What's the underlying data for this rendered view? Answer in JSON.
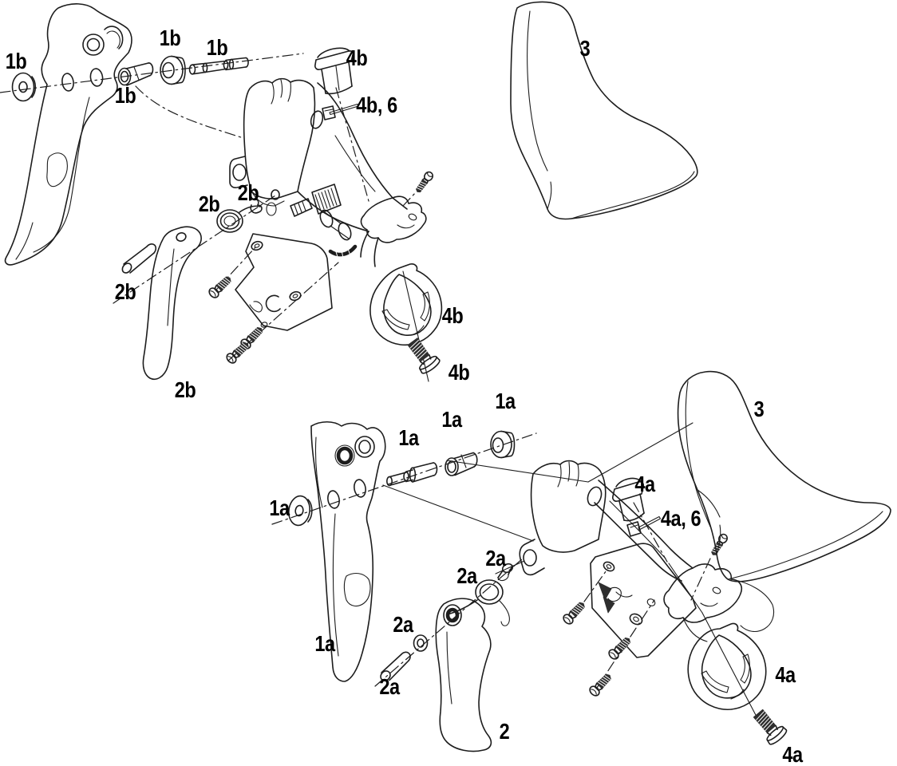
{
  "figure": {
    "kind": "exploded-parts-diagram",
    "subject": "road shift-brake lever pair, exploded view"
  },
  "colors": {
    "background": "#ffffff",
    "line": "#1d1d1d",
    "label": "#000000"
  },
  "callouts": [
    {
      "text": "1b",
      "part": "pivot-washer-left"
    },
    {
      "text": "1b",
      "part": "pivot-cap"
    },
    {
      "text": "1b",
      "part": "pivot-bolt"
    },
    {
      "text": "1b",
      "part": "pivot-bushing"
    },
    {
      "text": "4b",
      "part": "clamp-cap"
    },
    {
      "text": "4b, 6",
      "part": "clamp-insert-and-pin"
    },
    {
      "text": "2b",
      "part": "return-spring"
    },
    {
      "text": "2b",
      "part": "retaining-clip"
    },
    {
      "text": "2b",
      "part": "paddle-pivot-pin"
    },
    {
      "text": "2b",
      "part": "shift-paddle"
    },
    {
      "text": "4b",
      "part": "clamp-band"
    },
    {
      "text": "4b",
      "part": "clamp-bolt"
    },
    {
      "text": "3",
      "part": "hood-cover-top"
    },
    {
      "text": "1a",
      "part": "pivot-cap"
    },
    {
      "text": "1a",
      "part": "pivot-bushing"
    },
    {
      "text": "1a",
      "part": "pivot-bolt"
    },
    {
      "text": "1a",
      "part": "pivot-washer"
    },
    {
      "text": "1a",
      "part": "brake-lever-blade"
    },
    {
      "text": "2a",
      "part": "retaining-clip"
    },
    {
      "text": "2a",
      "part": "return-spring"
    },
    {
      "text": "2a",
      "part": "washer"
    },
    {
      "text": "2a",
      "part": "paddle-pivot-pin"
    },
    {
      "text": "2",
      "part": "shift-paddle"
    },
    {
      "text": "4a",
      "part": "clamp-cap"
    },
    {
      "text": "4a, 6",
      "part": "clamp-insert-and-pin"
    },
    {
      "text": "4a",
      "part": "clamp-band"
    },
    {
      "text": "4a",
      "part": "clamp-bolt"
    },
    {
      "text": "3",
      "part": "hood-cover-bottom"
    }
  ]
}
